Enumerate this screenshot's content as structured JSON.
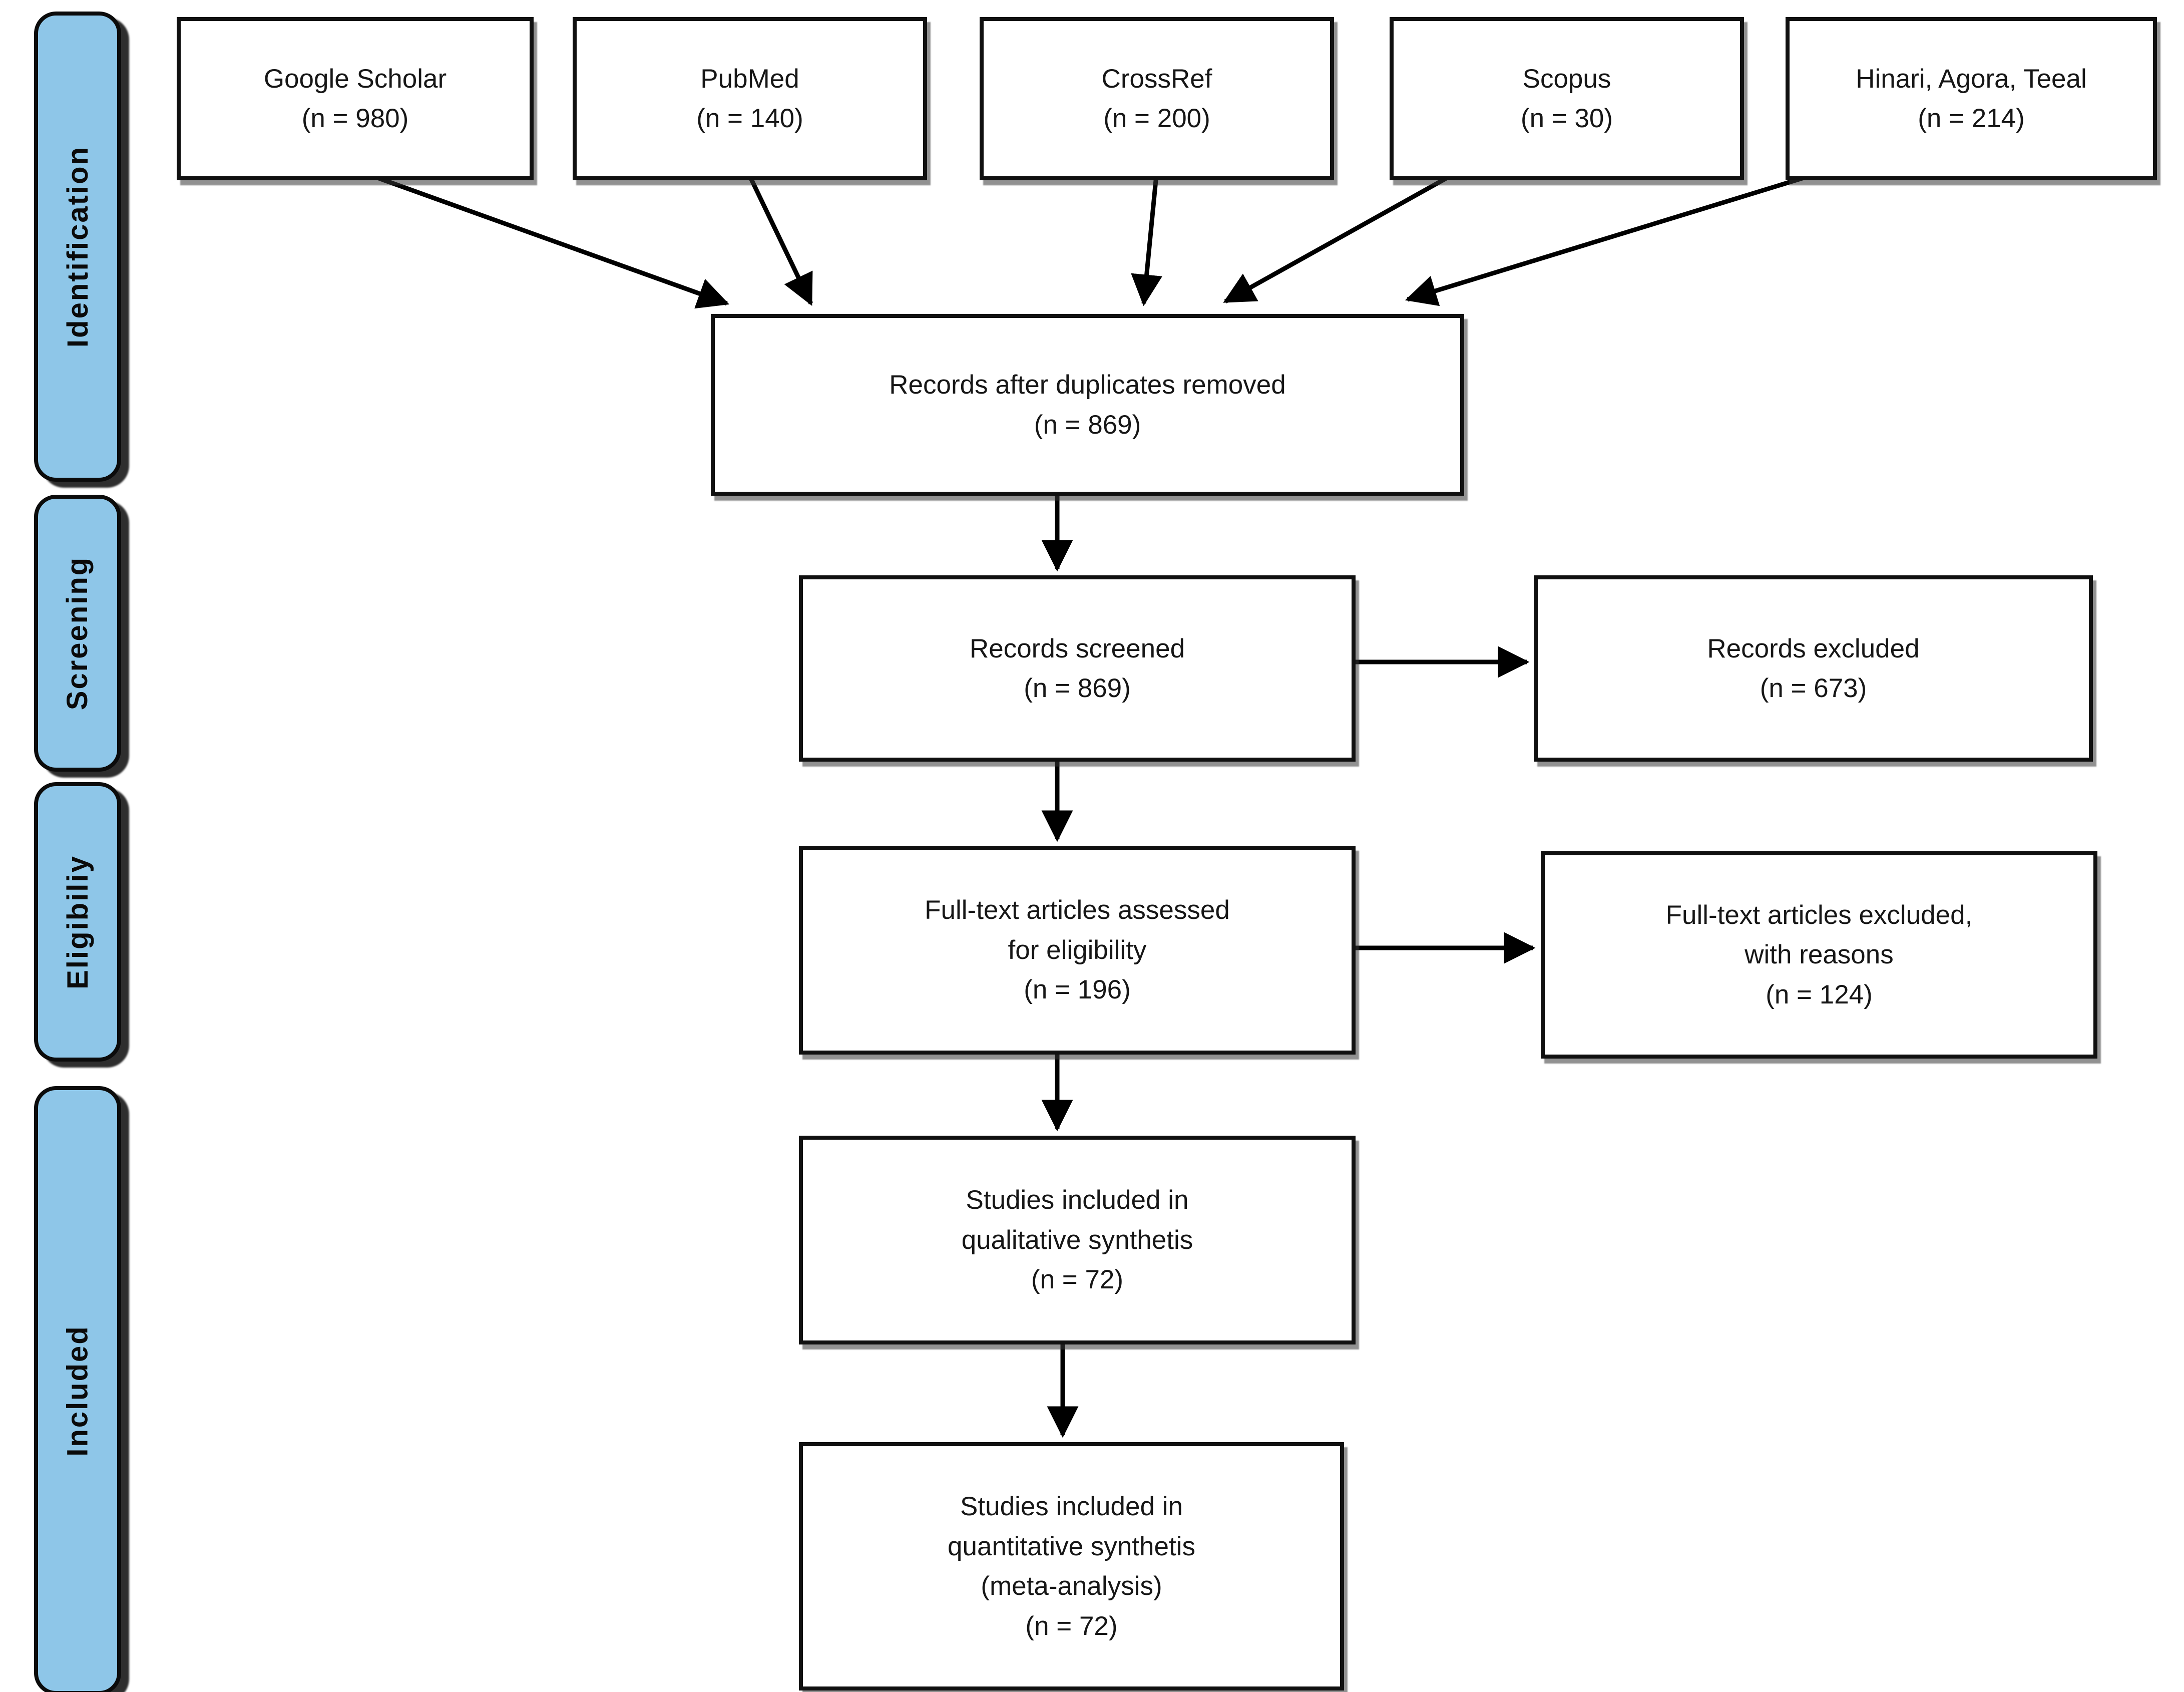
{
  "diagram": {
    "stages": [
      {
        "label": "Identification"
      },
      {
        "label": "Screening"
      },
      {
        "label": "Eligibiliy"
      },
      {
        "label": "Included"
      }
    ],
    "sources": [
      {
        "name": "Google Scholar",
        "count": "(n = 980)"
      },
      {
        "name": "PubMed",
        "count": "(n = 140)"
      },
      {
        "name": "CrossRef",
        "count": "(n = 200)"
      },
      {
        "name": "Scopus",
        "count": "(n = 30)"
      },
      {
        "name": "Hinari, Agora, Teeal",
        "count": "(n = 214)"
      }
    ],
    "nodes": {
      "duplicates": {
        "lines": [
          "Records after duplicates removed",
          "(n = 869)"
        ]
      },
      "screened": {
        "lines": [
          "Records screened",
          "(n = 869)"
        ]
      },
      "records_excluded": {
        "lines": [
          "Records excluded",
          "(n = 673)"
        ]
      },
      "fulltext_assessed": {
        "lines": [
          "Full-text articles assessed",
          "for eligibility",
          "(n = 196)"
        ]
      },
      "fulltext_excluded": {
        "lines": [
          "Full-text articles excluded,",
          "with reasons",
          "(n = 124)"
        ]
      },
      "qualitative": {
        "lines": [
          "Studies included in",
          "qualitative synthetis",
          "(n = 72)"
        ]
      },
      "quantitative": {
        "lines": [
          "Studies included in",
          "quantitative synthetis",
          "(meta-analysis)",
          "(n = 72)"
        ]
      }
    },
    "colors": {
      "stage_fill": "#8ec6e8",
      "box_border": "#101010",
      "arrow": "#000000"
    }
  }
}
